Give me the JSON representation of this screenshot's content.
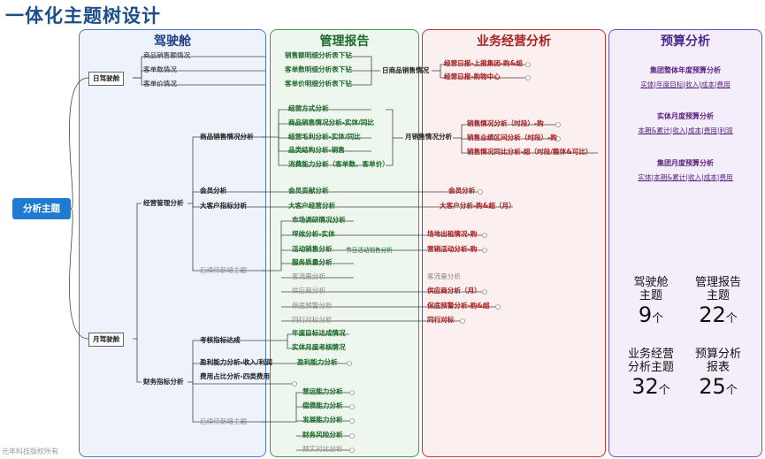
{
  "title": "一体化主题树设计",
  "panels": {
    "cockpit": "驾驶舱",
    "mgmt": "管理报告",
    "biz": "业务经营分析",
    "budget": "预算分析"
  },
  "root": "分析主题",
  "daily": {
    "label": "日驾驶舱",
    "items": [
      "商品销售额情况",
      "客单数情况",
      "客单价情况"
    ],
    "reports": [
      "销售额明细分析表下钻",
      "客单数明细分析表下钻",
      "客单价明细分析表下钻"
    ],
    "hub": "日商品销售情况",
    "biz": [
      "经营日报-上报集团-购&超",
      "经营日报-购物中心"
    ]
  },
  "monthly": {
    "label": "月驾驶舱",
    "ops": "经营管理分析",
    "fin": "财务指标分析",
    "sales_analysis": "商品销售情况分析",
    "sales_reports": [
      "经营方式分析",
      "商品销售情况分析-实体/同比",
      "经营毛利分析-实体/同比",
      "品类结构分析-销售",
      "消费能力分析（客单数、客单价）"
    ],
    "sales_hub": "月销售情况分析",
    "sales_biz": [
      "销售情况分析（时段）-购",
      "销售业绩区间分析（时段）-购",
      "销售情况同比分析-超（时段/整体&可比）"
    ],
    "member": "会员分析",
    "member_report": "会员贡献分析",
    "member_biz": "会员分析",
    "vip": "大客户指标分析",
    "vip_report": "大客户经营分析",
    "vip_biz": "大客户分析-购&超（月）",
    "pending": "后续待新增主题",
    "pending_reports": [
      "市场调研情况分析",
      "坪效分析-实体",
      "活动销售分析",
      "服务质量分析",
      "客流量分析",
      "供应商分析",
      "保底预警分析",
      "同行对标分析"
    ],
    "holiday": "节日活动销售分析",
    "pending_biz": [
      "场地出租情况-购",
      "营销活动分析-购",
      "客流量分析",
      "供应商分析（月）",
      "保底预警分析-购&超",
      "同行对标"
    ],
    "kpi": "考核指标达成",
    "kpi_reports": [
      "年度目标达成情况",
      "实体月度考核情况"
    ],
    "profit": "盈利能力分析-收入/利润",
    "profit_report": "盈利能力分析",
    "cost": "费用占比分析-四类费用",
    "pending2": "后续待新增主题",
    "pending2_reports": [
      "营运能力分析",
      "偿债能力分析",
      "发展能力分析",
      "财务风险分析",
      "预实对比分析"
    ]
  },
  "budget": [
    {
      "title": "集团整体年度预算分析",
      "sub": "实体|年度目标|收入|成本|费用"
    },
    {
      "title": "实体月度预算分析",
      "sub": "本期&累计|收入|成本|费用|利润"
    },
    {
      "title": "集团月度预算分析",
      "sub": "实体|本期&累计|收入|成本|费用"
    }
  ],
  "stats": [
    {
      "label1": "驾驶舱",
      "label2": "主题",
      "value": "9",
      "unit": "个"
    },
    {
      "label1": "管理报告",
      "label2": "主题",
      "value": "22",
      "unit": "个"
    },
    {
      "label1": "业务经营",
      "label2": "分析主题",
      "value": "32",
      "unit": "个"
    },
    {
      "label1": "预算分析",
      "label2": "报表",
      "value": "25",
      "unit": "个"
    }
  ],
  "copyright": "元年科技版权所有",
  "colors": {
    "root": "#1e7bd0",
    "blue": "#4a78c8",
    "green": "#3f9a4a",
    "red": "#c23535",
    "purple": "#7050b8"
  }
}
